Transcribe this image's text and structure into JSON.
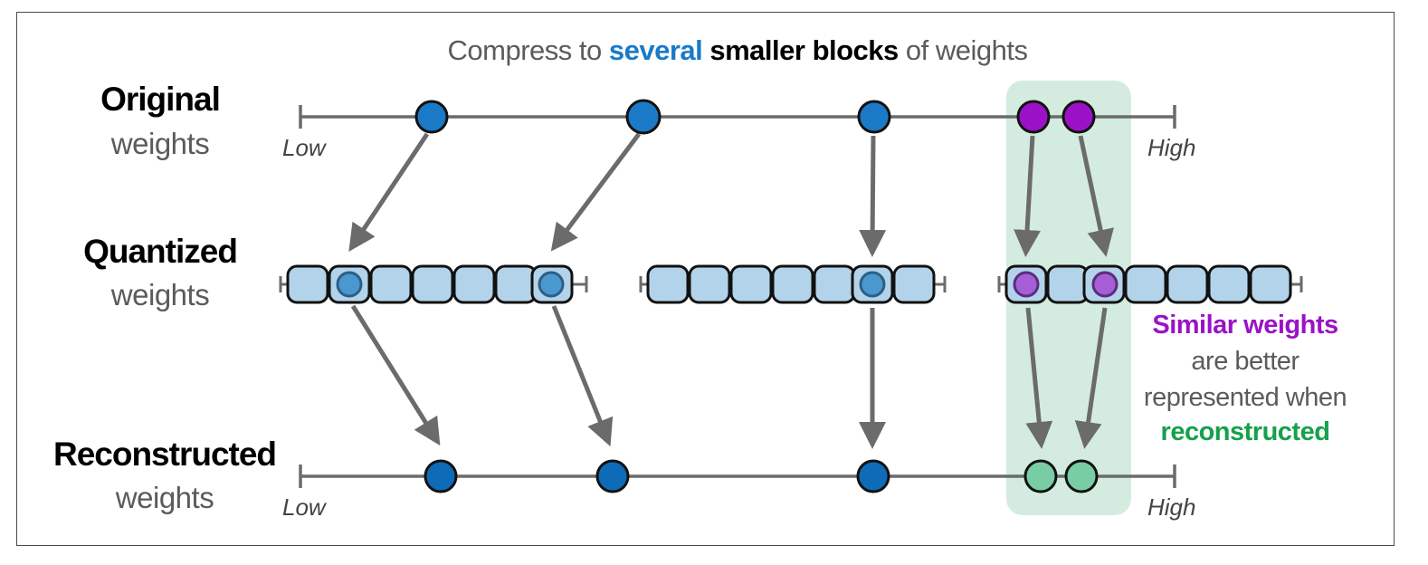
{
  "title": {
    "prefix": "Compress to ",
    "highlight": "several",
    "bold": "smaller blocks",
    "suffix": " of weights"
  },
  "rows": {
    "original": {
      "label": "Original",
      "sub": "weights"
    },
    "quantized": {
      "label": "Quantized",
      "sub": "weights"
    },
    "reconstructed": {
      "label": "Reconstructed",
      "sub": "weights"
    }
  },
  "axis": {
    "low": "Low",
    "high": "High"
  },
  "note": {
    "highlight_purple": "Similar weights",
    "line2": "are better",
    "line3": "represented when",
    "highlight_green": "reconstructed"
  },
  "colors": {
    "blue_dot": "#1a7ac8",
    "dark_blue_dot": "#0d6bb8",
    "purple_dot": "#9b12c6",
    "green_dot": "#79cda4",
    "cell_fill": "#b3d3ea",
    "cell_dot": "#4b97cf",
    "cell_purple": "#a65ed6",
    "highlight_band": "#d4ecdf",
    "text_blue": "#1a7ac8",
    "text_purple": "#9b12c6",
    "text_green": "#16a04c",
    "arrow": "#6b6b6b"
  },
  "icons": [
    "circle-marker",
    "arrow-down",
    "block-cell"
  ]
}
